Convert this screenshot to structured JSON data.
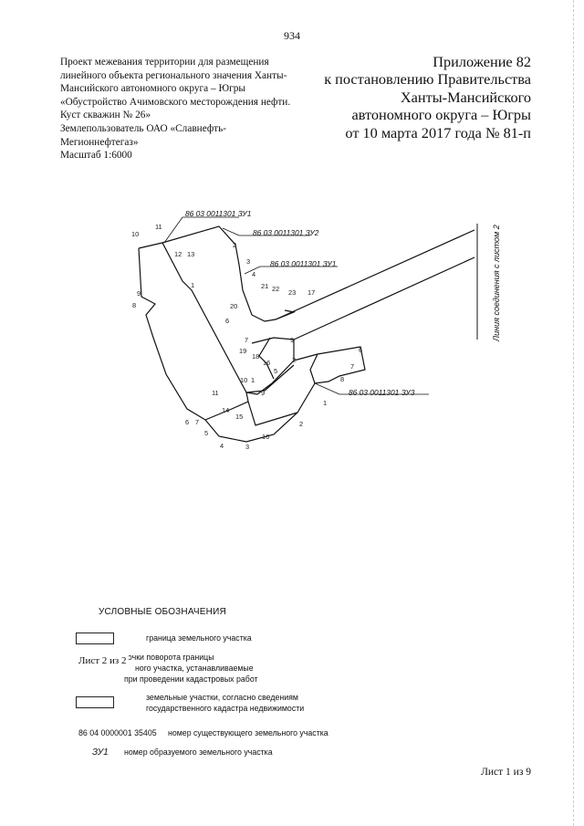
{
  "page_number": "934",
  "project": {
    "lines": [
      "Проект межевания территории для размещения",
      "линейного объекта регионального значения Ханты-",
      "Мансийского автономного округа – Югры",
      "«Обустройство Ачимовского месторождения нефти.",
      "Куст скважин № 26»",
      "Землепользователь ОАО «Славнефть-",
      "Мегионнефтегаз»",
      "Масштаб 1:6000"
    ]
  },
  "appendix": {
    "lines": [
      "Приложение 82",
      "к постановлению Правительства",
      "Ханты-Мансийского",
      "автономного округа – Югры",
      "от 10 марта 2017 года № 81-п"
    ]
  },
  "map": {
    "parcel_labels": [
      "86 03 0011301 ЗУ1",
      "86 03 0011301 ЗУ2",
      "86 03 0011301 ЗУ1",
      "86 03 0011301 ЗУ3"
    ],
    "connection_line_label": "Линия соединения с листом 2",
    "point_numbers": [
      "10",
      "11",
      "12",
      "13",
      "1",
      "2",
      "3",
      "4",
      "5",
      "9",
      "8",
      "20",
      "6",
      "21",
      "22",
      "23",
      "17",
      "7",
      "19",
      "18",
      "16",
      "10",
      "1",
      "11",
      "14",
      "15",
      "2",
      "9",
      "6",
      "7",
      "8",
      "1",
      "2",
      "16",
      "3",
      "4",
      "5",
      "6",
      "7",
      "8",
      "9"
    ]
  },
  "legend": {
    "title": "УСЛОВНЫЕ ОБОЗНАЧЕНИЯ",
    "boundary_label": "граница земельного участка",
    "turn_points_line1": "точки поворота границы",
    "turn_points_line2": "ного участка, устанавливаемые",
    "turn_points_line3": "при проведении кадастровых работ",
    "cadastre_line1": "земельные участки, согласно сведениям",
    "cadastre_line2": "государственного кадастра недвижимости",
    "existing_number": "86 04 0000001 35405",
    "existing_label": "номер существующего земельного участка",
    "new_code": "ЗУ1",
    "new_label": "номер образуемого земельного участка"
  },
  "sheet_overlay": "Лист 2 из 2",
  "sheet_bottom": "Лист 1 из 9"
}
